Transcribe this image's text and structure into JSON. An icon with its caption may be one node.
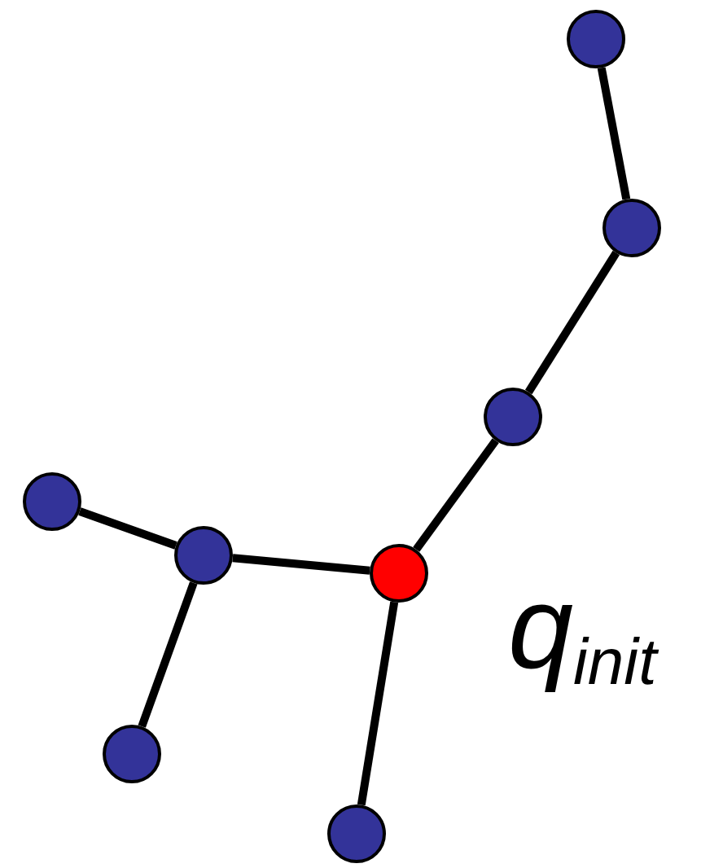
{
  "diagram": {
    "nodes": [
      {
        "text": [],
        "shape": "circle"
      },
      {
        "text": [],
        "shape": "circle"
      },
      {
        "text": [],
        "shape": "circle"
      },
      {
        "text": [],
        "shape": "circle",
        "beside": [
          "q$_{init}$"
        ]
      },
      {
        "text": [],
        "shape": "circle"
      },
      {
        "text": [],
        "shape": "circle"
      },
      {
        "text": [],
        "shape": "circle"
      },
      {
        "text": [],
        "shape": "circle"
      }
    ],
    "edges": [
      {
        "from": 0,
        "to": 1,
        "arrow": "none"
      },
      {
        "from": 1,
        "to": 2,
        "arrow": "none"
      },
      {
        "from": 2,
        "to": 3,
        "arrow": "none"
      },
      {
        "from": 3,
        "to": 5,
        "arrow": "none"
      },
      {
        "from": 5,
        "to": 4,
        "arrow": "none"
      },
      {
        "from": 5,
        "to": 6,
        "arrow": "none"
      },
      {
        "from": 3,
        "to": 7,
        "arrow": "none"
      }
    ]
  }
}
